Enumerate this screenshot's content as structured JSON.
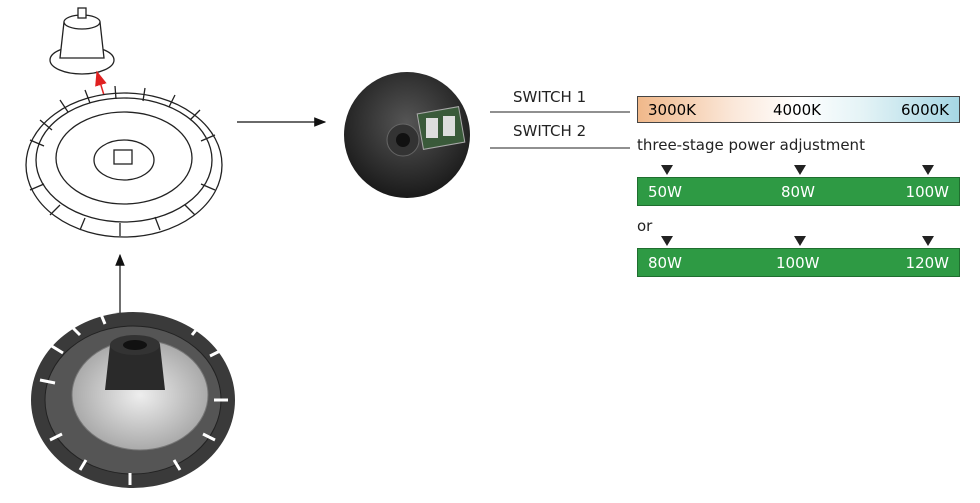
{
  "switch1": {
    "label": "SWITCH 1",
    "options": [
      "3000K",
      "4000K",
      "6000K"
    ]
  },
  "switch2": {
    "label": "SWITCH 2",
    "description": "three-stage power adjustment",
    "set_a": [
      "50W",
      "80W",
      "100W"
    ],
    "or_label": "or",
    "set_b": [
      "80W",
      "100W",
      "120W"
    ]
  },
  "colors": {
    "power_bar": "#2e9a44",
    "warm": "#f0b88a",
    "cool": "#a6d7e4",
    "arrow_red": "#e02020"
  }
}
